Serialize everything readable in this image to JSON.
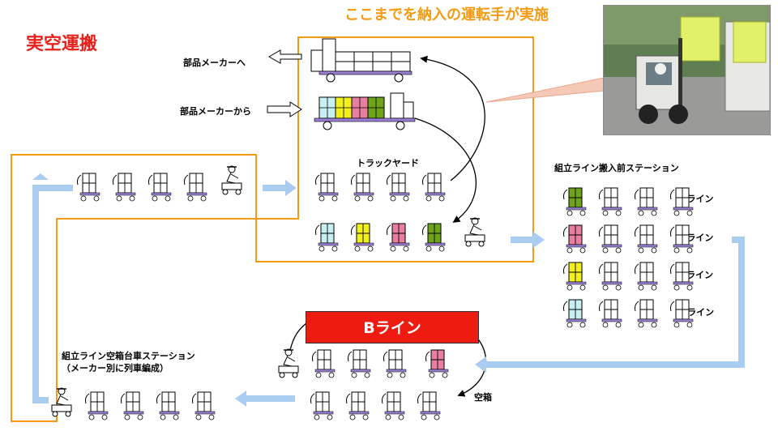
{
  "title": "実空運搬",
  "header_note": "ここまでを納入の運転手が実施",
  "labels": {
    "to_supplier": "部品メーカーへ",
    "from_supplier": "部品メーカーから",
    "truck_yard": "トラックヤード",
    "pre_station": "組立ライン搬入前ステーション",
    "line_a": "Aライン",
    "line_b": "Bライン",
    "line_c": "Cライン",
    "line_d": "Dライン",
    "empty_station_1": "組立ライン空箱台車ステーション",
    "empty_station_2": "（メーカー別に列車編成）",
    "empty_box": "空箱"
  },
  "b_line_box": "Bライン",
  "colors": {
    "title_red": "#e8201a",
    "header_orange": "#f59a12",
    "boundary_orange": "#f59a12",
    "flow_arrow": "#a9cdf0",
    "line_box_red": "#ee1c10",
    "cart_purple": "#9b7fd4",
    "part_cyan": "#c8f0f3",
    "part_yellow": "#f2ef1c",
    "part_pink": "#e97fa0",
    "part_green": "#6ea31a"
  },
  "photo": {
    "description_icon": "forklift-photo"
  }
}
